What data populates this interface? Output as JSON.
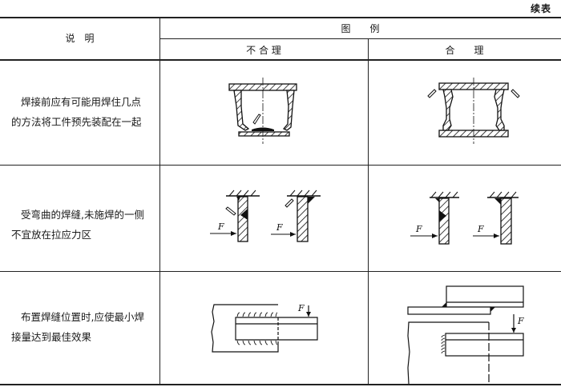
{
  "continuation_label": "续表",
  "header": {
    "description_col": "说　明",
    "illustration_group": "图　　例",
    "unreasonable_col": "不 合 理",
    "reasonable_col": "合　　理"
  },
  "rows": [
    {
      "description_line1": "焊接前应有可能用焊住几点",
      "description_line2": "的方法将工件预先装配在一起",
      "unreasonable_figure": "welded-cup-assembly-no-tack",
      "reasonable_figure": "welded-spool-assembly-tack-welded"
    },
    {
      "description_line1": "受弯曲的焊缝,未施焊的一侧",
      "description_line2": "不宜放在拉应力区",
      "unreasonable_figure": "cantilever-fillet-weld-tension-side-unwelded",
      "reasonable_figure": "cantilever-fillet-weld-compression-side-unwelded",
      "force_label": "F"
    },
    {
      "description_line1": "布置焊缝位置时,应使最小焊",
      "description_line2": "接量达到最佳效果",
      "unreasonable_figure": "lap-joint-long-weld",
      "reasonable_figure": "lap-joint-short-end-weld",
      "force_label": "F"
    }
  ]
}
